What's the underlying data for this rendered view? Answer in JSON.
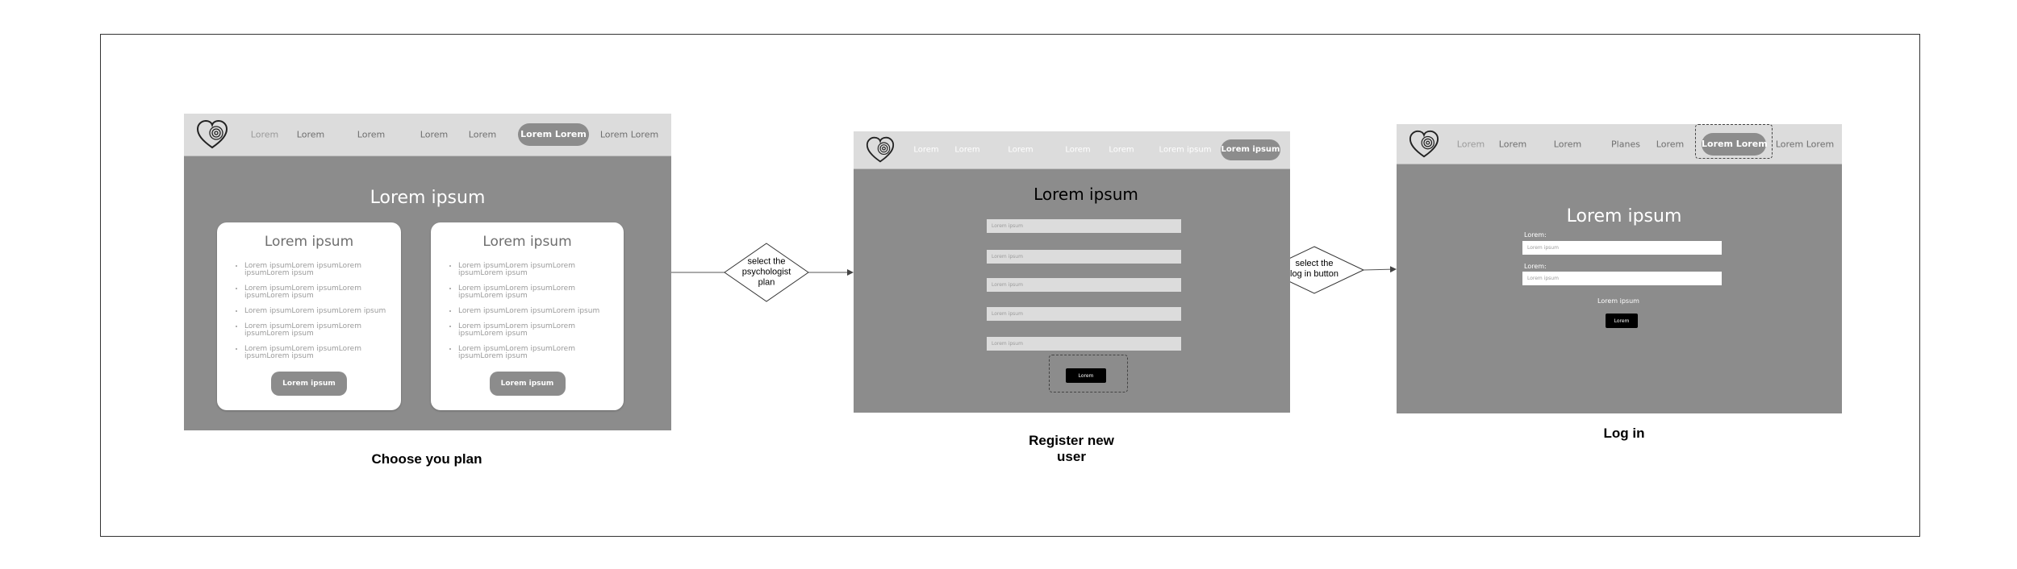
{
  "screen1": {
    "nav": [
      "Lorem",
      "Lorem",
      "Lorem",
      "Lorem",
      "Lorem"
    ],
    "nav_active": "Lorem Lorem",
    "nav_last": "Lorem Lorem",
    "title": "Lorem ipsum",
    "cards": [
      {
        "title": "Lorem ipsum",
        "items": [
          "Lorem ipsumLorem ipsumLorem ipsumLorem ipsum",
          "Lorem ipsumLorem ipsumLorem ipsumLorem ipsum",
          "Lorem ipsumLorem ipsumLorem ipsum",
          "Lorem ipsumLorem ipsumLorem ipsumLorem ipsum",
          "Lorem ipsumLorem ipsumLorem ipsumLorem ipsum"
        ],
        "button": "Lorem ipsum"
      },
      {
        "title": "Lorem ipsum",
        "items": [
          "Lorem ipsumLorem ipsumLorem ipsumLorem ipsum",
          "Lorem ipsumLorem ipsumLorem ipsumLorem ipsum",
          "Lorem ipsumLorem ipsumLorem ipsum",
          "Lorem ipsumLorem ipsumLorem ipsumLorem ipsum",
          "Lorem ipsumLorem ipsumLorem ipsumLorem ipsum"
        ],
        "button": "Lorem ipsum"
      }
    ],
    "caption": "Choose you plan"
  },
  "decision1": [
    "select the",
    "psychologist",
    "plan"
  ],
  "screen2": {
    "nav": [
      "Lorem",
      "Lorem",
      "Lorem",
      "Lorem",
      "Lorem",
      "Lorem ipsum"
    ],
    "nav_active": "Lorem ipsum",
    "title": "Lorem ipsum",
    "fields": [
      "Lorem ipsum",
      "Lorem ipsum",
      "Lorem ipsum",
      "Lorem ipsum",
      "Lorem ipsum"
    ],
    "button": "Lorem",
    "caption": [
      "Register new",
      "user"
    ]
  },
  "decision2": [
    "select the",
    "log in button"
  ],
  "screen3": {
    "nav": [
      "Lorem",
      "Lorem",
      "Lorem",
      "Planes",
      "Lorem"
    ],
    "nav_active": "Lorem Lorem",
    "nav_last": "Lorem Lorem",
    "title": "Lorem ipsum",
    "label1": "Lorem:",
    "field1": "Lorem ipsum",
    "label2": "Lorem:",
    "field2": "Lorem ipsum",
    "link": "Lorem ipsum",
    "button": "Lorem",
    "caption": "Log in"
  },
  "colors": {
    "screen_bg": "#8c8c8c",
    "nav_bg": "#dcdcdc",
    "field_bg": "#dcdcdc",
    "button_black": "#000000",
    "connector": "#444444"
  },
  "icons": [
    "heart-fingerprint-logo-icon",
    "arrow-right-icon"
  ]
}
